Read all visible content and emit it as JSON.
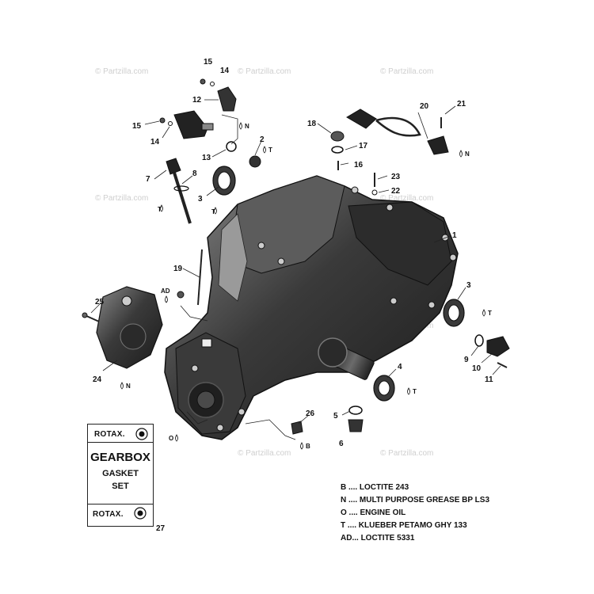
{
  "watermark": "© Partzilla.com",
  "callouts": [
    "1",
    "2",
    "3",
    "4",
    "5",
    "6",
    "7",
    "8",
    "9",
    "10",
    "11",
    "12",
    "13",
    "14",
    "15",
    "16",
    "17",
    "18",
    "19",
    "20",
    "21",
    "22",
    "23",
    "24",
    "25",
    "26",
    "27"
  ],
  "codes": {
    "b": "B",
    "n": "N",
    "o": "O",
    "t": "T",
    "ad": "AD"
  },
  "card": {
    "brand": "ROTAX.",
    "title": "GEARBOX",
    "line2": "GASKET",
    "line3": "SET"
  },
  "legend": [
    {
      "code": "B",
      "sep": " .... ",
      "text": "LOCTITE 243"
    },
    {
      "code": "N",
      "sep": " .... ",
      "text": "MULTI PURPOSE GREASE BP LS3"
    },
    {
      "code": "O",
      "sep": " .... ",
      "text": "ENGINE OIL"
    },
    {
      "code": "T",
      "sep": " .... ",
      "text": "KLUEBER PETAMO GHY 133"
    },
    {
      "code": "AD",
      "sep": "... ",
      "text": "LOCTITE 5331"
    }
  ]
}
